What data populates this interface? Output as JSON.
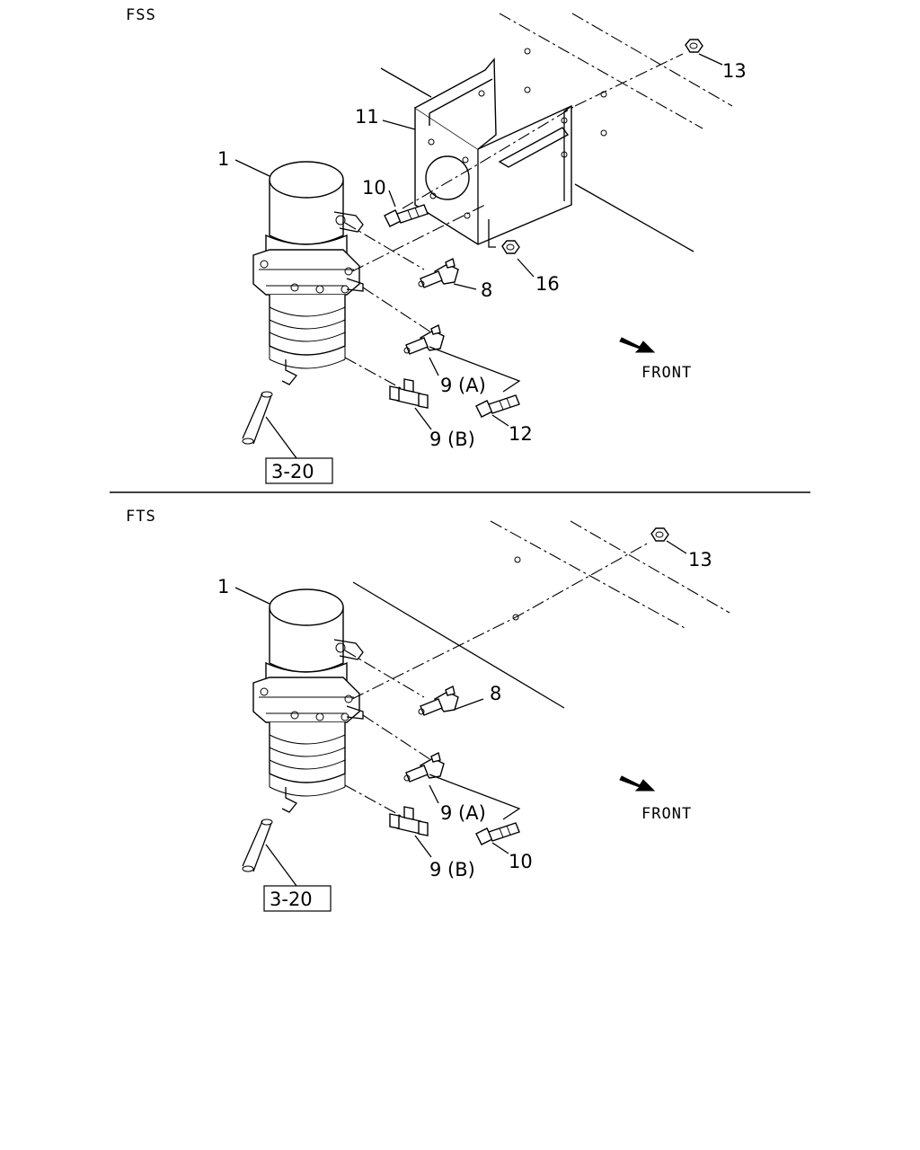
{
  "sections": [
    {
      "code": "FSS",
      "callouts": {
        "filter": "1",
        "elbow": "8",
        "elbow_a": "9 (A)",
        "tee_b": "9 (B)",
        "bolt_small": "10",
        "bracket": "11",
        "bolt": "12",
        "nut_top": "13",
        "nut_bottom": "16"
      },
      "reference": "3-20",
      "direction_label": "FRONT"
    },
    {
      "code": "FTS",
      "callouts": {
        "filter": "1",
        "elbow": "8",
        "elbow_a": "9 (A)",
        "tee_b": "9 (B)",
        "bolt": "10",
        "nut_top": "13"
      },
      "reference": "3-20",
      "direction_label": "FRONT"
    }
  ]
}
